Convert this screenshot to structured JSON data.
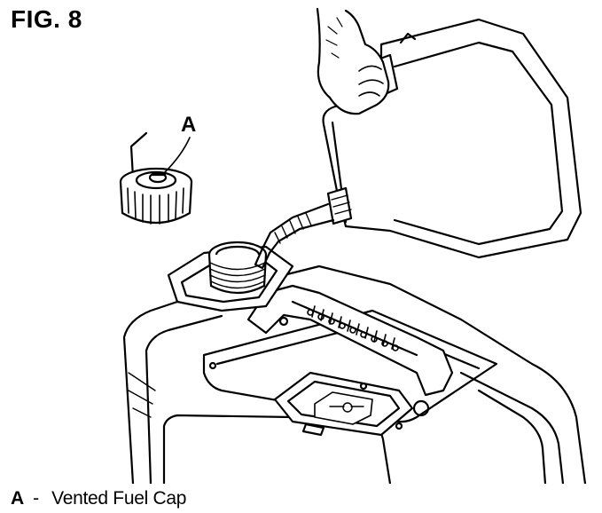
{
  "figure": {
    "title": "FIG. 8",
    "callout": "A"
  },
  "legend": [
    {
      "key": "A",
      "separator": "-",
      "label": "Vented Fuel Cap"
    }
  ],
  "icons": [
    "vented-fuel-cap-icon",
    "fuel-can-icon",
    "generator-icon",
    "hand-icon",
    "engine-warning-icon"
  ]
}
